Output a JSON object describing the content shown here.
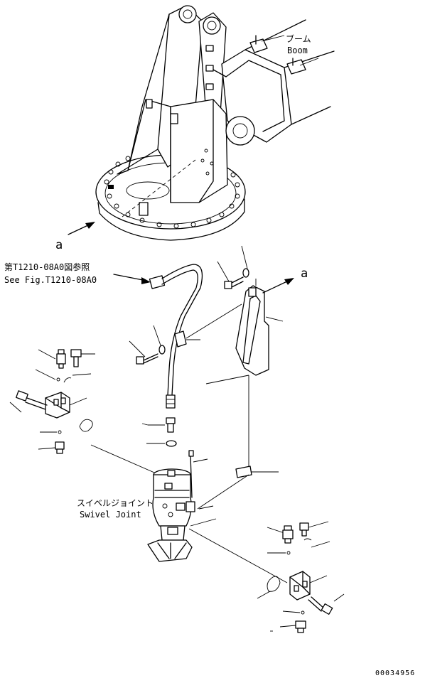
{
  "labels": {
    "boom_jp": "ブーム",
    "boom_en": "Boom",
    "ref_jp": "第T1210-08A0図参照",
    "ref_en": "See Fig.T1210-08A0",
    "swivel_jp": "スイベルジョイント",
    "swivel_en": "Swivel Joint",
    "ref_a_left": "a",
    "ref_a_right": "a",
    "figure_number": "00034956"
  },
  "colors": {
    "ink": "#000000",
    "paper": "#ffffff"
  },
  "icons": [
    "arrow-icon",
    "bolt-icon",
    "washer-icon",
    "clamp-icon",
    "block-valve-icon"
  ]
}
